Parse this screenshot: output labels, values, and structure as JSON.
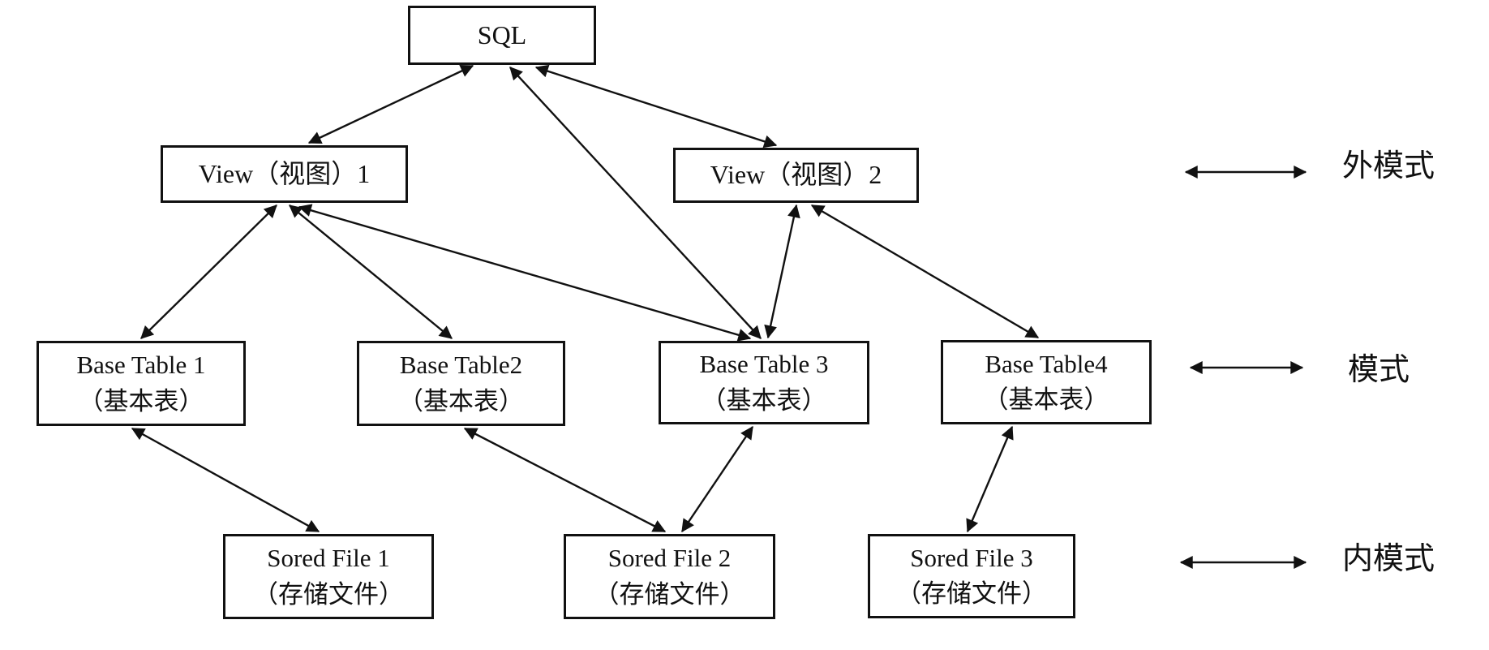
{
  "diagram": {
    "title": "",
    "nodes": [
      {
        "id": "sql",
        "lines": [
          "SQL"
        ]
      },
      {
        "id": "view1",
        "lines": [
          "View（视图）1"
        ]
      },
      {
        "id": "view2",
        "lines": [
          "View（视图）2"
        ]
      },
      {
        "id": "bt1",
        "lines": [
          "Base Table 1",
          "（基本表）"
        ]
      },
      {
        "id": "bt2",
        "lines": [
          "Base Table2",
          "（基本表）"
        ]
      },
      {
        "id": "bt3",
        "lines": [
          "Base Table 3",
          "（基本表）"
        ]
      },
      {
        "id": "bt4",
        "lines": [
          "Base Table4",
          "（基本表）"
        ]
      },
      {
        "id": "sf1",
        "lines": [
          "Sored File 1",
          "（存储文件）"
        ]
      },
      {
        "id": "sf2",
        "lines": [
          "Sored File 2",
          "（存储文件）"
        ]
      },
      {
        "id": "sf3",
        "lines": [
          "Sored File 3",
          "（存储文件）"
        ]
      }
    ],
    "edges": [
      {
        "from": "sql",
        "to": "view1",
        "style": "double-arrow"
      },
      {
        "from": "sql",
        "to": "view2",
        "style": "double-arrow"
      },
      {
        "from": "sql",
        "to": "bt3",
        "style": "double-arrow"
      },
      {
        "from": "view1",
        "to": "bt1",
        "style": "double-arrow"
      },
      {
        "from": "view1",
        "to": "bt2",
        "style": "double-arrow"
      },
      {
        "from": "view1",
        "to": "bt3",
        "style": "double-arrow"
      },
      {
        "from": "view2",
        "to": "bt3",
        "style": "double-arrow"
      },
      {
        "from": "view2",
        "to": "bt4",
        "style": "double-arrow"
      },
      {
        "from": "bt1",
        "to": "sf1",
        "style": "double-arrow"
      },
      {
        "from": "bt2",
        "to": "sf2",
        "style": "double-arrow"
      },
      {
        "from": "bt3",
        "to": "sf2",
        "style": "double-arrow"
      },
      {
        "from": "bt4",
        "to": "sf3",
        "style": "double-arrow"
      }
    ],
    "legend": [
      {
        "symbol": "double-arrow",
        "label": "外模式"
      },
      {
        "symbol": "double-arrow",
        "label": "模式"
      },
      {
        "symbol": "double-arrow",
        "label": "内模式"
      }
    ],
    "colors": {
      "background": "#ffffff",
      "line": "#111111",
      "box_border": "#111111",
      "text": "#111111"
    }
  }
}
